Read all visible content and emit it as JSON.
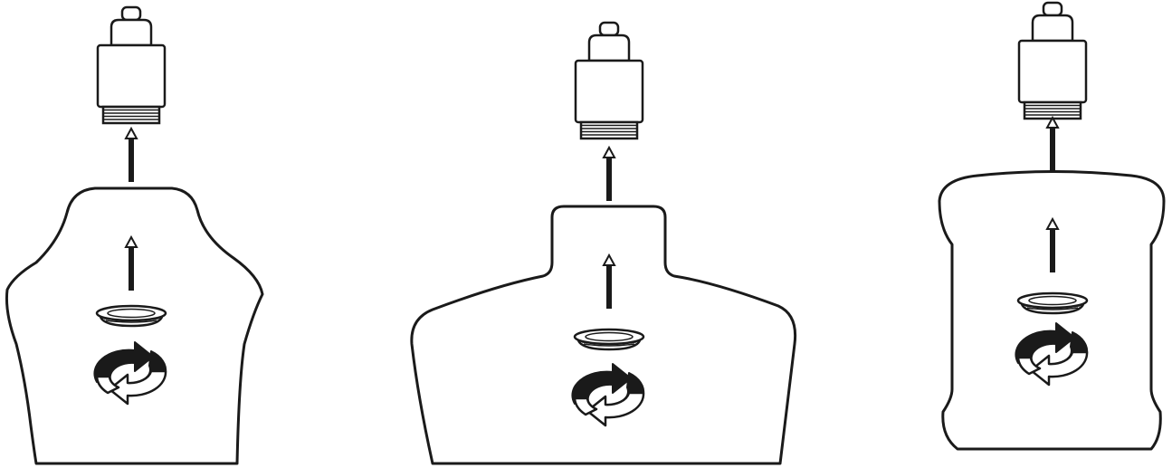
{
  "colors": {
    "stroke": "#1a1a1a",
    "fill": "#ffffff",
    "background": "#ffffff"
  },
  "panels": [
    {
      "name": "panel-1",
      "shape": "round-shouldered bottle body",
      "icons": [
        "connector-plug-icon",
        "up-arrow-icon",
        "up-arrow-icon",
        "gasket-ring-icon",
        "rotate-arrows-icon"
      ]
    },
    {
      "name": "panel-2",
      "shape": "wide sloped-shoulder bottle body",
      "icons": [
        "connector-plug-icon",
        "up-arrow-icon",
        "up-arrow-icon",
        "gasket-ring-icon",
        "rotate-arrows-icon"
      ]
    },
    {
      "name": "panel-3",
      "shape": "rectangular rounded bottle body",
      "icons": [
        "connector-plug-icon",
        "up-arrow-icon",
        "up-arrow-icon",
        "gasket-ring-icon",
        "rotate-arrows-icon"
      ]
    }
  ]
}
